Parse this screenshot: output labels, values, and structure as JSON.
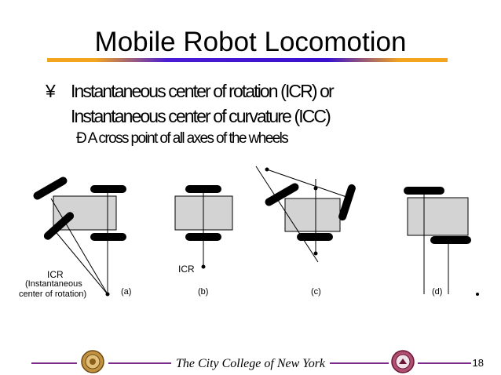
{
  "slide": {
    "title": "Mobile Robot Locomotion",
    "bullet_marker": "¥",
    "bullet_text_line1": "Instantaneous center of rotation (ICR) or",
    "bullet_text_line2": "Instantaneous center of curvature (ICC)",
    "sub_marker": "Ð",
    "sub_text": "A cross point of all axes of the wheels"
  },
  "diagram": {
    "icr_left_label": "ICR",
    "icr_left_desc_line1": "(Instantaneous",
    "icr_left_desc_line2": "center of rotation)",
    "icr_b_label": "ICR",
    "case_a": "(a)",
    "case_b": "(b)",
    "case_c": "(c)",
    "case_d": "(d)"
  },
  "footer": {
    "institution": "The City College of New York",
    "page_number": "18"
  },
  "colors": {
    "title_rule_orange": "#f3a51f",
    "title_rule_blue": "#3a0fd0",
    "body_gray": "#d3d3d3",
    "footer_line": "#7b2c8a",
    "seal_left": "#b07a2a",
    "seal_right": "#8a1f4a"
  }
}
